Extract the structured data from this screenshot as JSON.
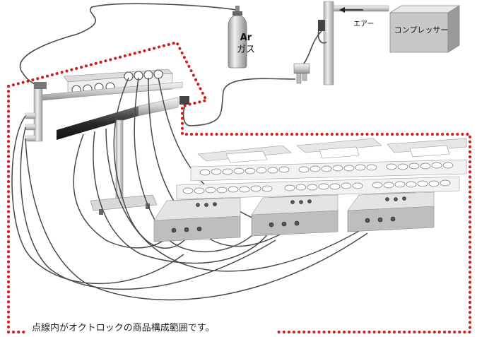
{
  "labels": {
    "gas_line1": "Ar",
    "gas_line2": "ガス",
    "air": "エアー",
    "compressor": "コンプレッサー",
    "caption": "点線内がオクトロックの商品構成範囲です。"
  },
  "colors": {
    "boundary_dots": "#d21c1c",
    "hose": "#4a4a4a",
    "metal_light": "#e9e9e9",
    "metal_mid": "#c8c8c8",
    "metal_dark": "#8a8a8a",
    "manifold_dark": "#333333"
  },
  "icons": [
    "gas-cylinder-icon",
    "compressor-icon",
    "gauge-icon",
    "valve-icon",
    "arrow-left-icon"
  ]
}
